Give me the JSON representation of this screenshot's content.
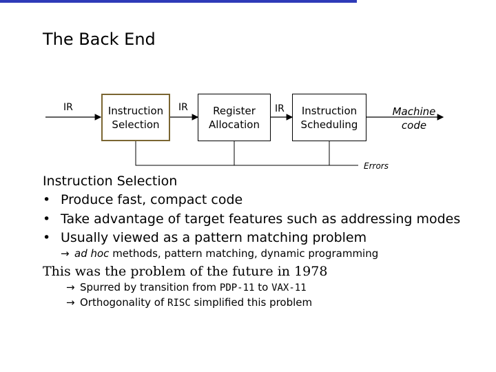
{
  "title": "The Back End",
  "diagram": {
    "ir_labels": [
      "IR",
      "IR",
      "IR"
    ],
    "boxes": [
      {
        "label": "Instruction\nSelection"
      },
      {
        "label": "Register\nAllocation"
      },
      {
        "label": "Instruction\nScheduling"
      }
    ],
    "output_label": "Machine\ncode",
    "errors_label": "Errors"
  },
  "section": {
    "heading": "Instruction Selection",
    "bullets": [
      "Produce fast, compact code",
      "Take advantage of target features  such as addressing modes",
      "Usually viewed as a pattern matching problem"
    ],
    "subpoint": {
      "italic_part": "ad hoc",
      "rest": " methods, pattern matching, dynamic programming"
    }
  },
  "history": {
    "heading": "This was the problem of the future in 1978",
    "points": [
      {
        "before": "Spurred by transition from ",
        "code1": "PDP-11",
        "middle": " to ",
        "code2": "VAX-11",
        "after": ""
      },
      {
        "before": "Orthogonality of ",
        "code1": "RISC",
        "middle": " simplified this problem",
        "code2": "",
        "after": ""
      }
    ]
  },
  "colors": {
    "rule": "#2e3ab8",
    "selected_box_border": "#7a6531"
  },
  "bullet_glyph": "•",
  "arrow_glyph": "→"
}
